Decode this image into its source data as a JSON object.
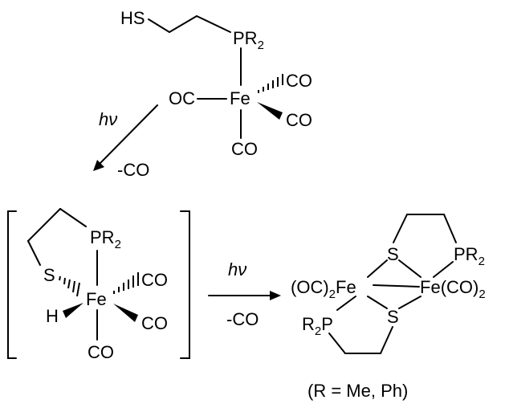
{
  "scheme": {
    "reactant": {
      "thiol": "HS",
      "phosphine": "PR",
      "phosphine_sub": "2",
      "metal": "Fe",
      "ligand_left": "OC",
      "ligand_upper_right": "CO",
      "ligand_right": "CO",
      "ligand_bottom": "CO"
    },
    "step1": {
      "condition_top": "hν",
      "condition_bottom": "-CO"
    },
    "intermediate": {
      "phosphine": "PR",
      "phosphine_sub": "2",
      "sulfur": "S",
      "metal": "Fe",
      "hydride": "H",
      "ligand_upper_right": "CO",
      "ligand_right": "CO",
      "ligand_bottom": "CO"
    },
    "step2": {
      "condition_top": "hν",
      "condition_bottom": "-CO"
    },
    "product": {
      "left_fe_prefix": "(OC)",
      "left_fe_sub": "2",
      "left_fe": "Fe",
      "right_fe": "Fe",
      "right_fe_suffix": "(CO)",
      "right_fe_sub": "2",
      "sulfur_top": "S",
      "sulfur_bottom": "S",
      "phosphine_right": "PR",
      "phosphine_right_sub": "2",
      "phosphine_left_prefix": "R",
      "phosphine_left_sub": "2",
      "phosphine_left_letter": "P",
      "note": "(R = Me, Ph)"
    }
  }
}
